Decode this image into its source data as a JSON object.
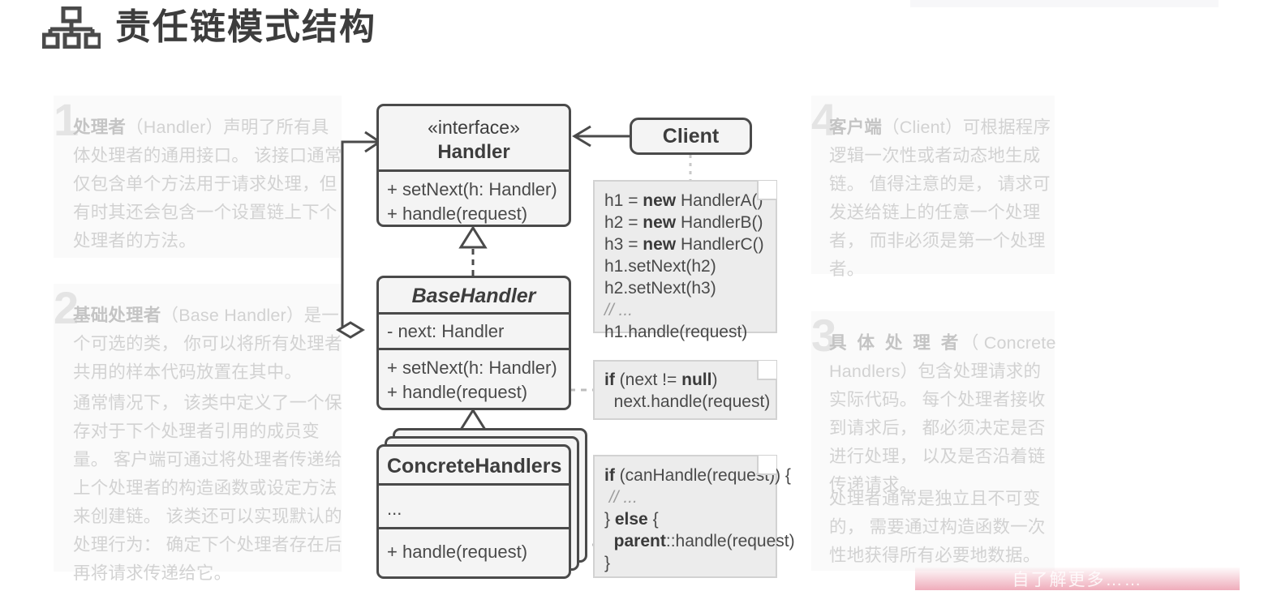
{
  "page": {
    "title": "责任链模式结构",
    "title_icon": "hierarchy-icon",
    "watermark": "自了解更多……"
  },
  "colors": {
    "box_fill": "#f4f4f4",
    "box_stroke": "#4a4a4a",
    "note_fill": "#ececec",
    "note_stroke": "#d2d2d2",
    "panel_fill": "#fafafa",
    "panel_text": "#d2d2d2",
    "title_text": "#3d3d3d",
    "watermark_pink": "#e98ca0"
  },
  "panels": [
    {
      "number": "1",
      "lead": "处理者",
      "paren": "（Handler）",
      "body": "声明了所有具体处理者的通用接口。 该接口通常仅包含单个方法用于请求处理，但有时其还会包含一个设置链上下个处理者的方法。"
    },
    {
      "number": "2",
      "lead": "基础处理者",
      "paren": "（Base Handler）",
      "body": "是一个可选的类， 你可以将所有处理者共用的样本代码放置在其中。",
      "body2": "通常情况下， 该类中定义了一个保存对于下个处理者引用的成员变量。 客户端可通过将处理者传递给上个处理者的构造函数或设定方法来创建链。 该类还可以实现默认的处理行为： 确定下个处理者存在后再将请求传递给它。"
    },
    {
      "number": "3",
      "lead": "具 体 处 理 者",
      "paren": "（ Concrete Handlers）",
      "body": "包含处理请求的实际代码。 每个处理者接收到请求后， 都必须决定是否进行处理， 以及是否沿着链传递请求。",
      "body2": "处理者通常是独立且不可变的， 需要通过构造函数一次性地获得所有必要地数据。"
    },
    {
      "number": "4",
      "lead": "客户端",
      "paren": "（Client）",
      "body": "可根据程序逻辑一次性或者动态地生成链。 值得注意的是， 请求可发送给链上的任意一个处理者， 而非必须是第一个处理者。"
    }
  ],
  "classes": {
    "handler": {
      "stereotype": "«interface»",
      "name": "Handler",
      "methods": [
        "+ setNext(h: Handler)",
        "+ handle(request)"
      ]
    },
    "base_handler": {
      "name": "BaseHandler",
      "attributes": [
        "- next: Handler"
      ],
      "methods": [
        "+ setNext(h: Handler)",
        "+ handle(request)"
      ]
    },
    "concrete_handlers": {
      "name": "ConcreteHandlers",
      "attributes": [
        "..."
      ],
      "methods": [
        "+ handle(request)"
      ]
    },
    "client": {
      "name": "Client"
    }
  },
  "notes": {
    "client_code": [
      {
        "plain": "h1 = ",
        "bold": "new",
        "plain2": " HandlerA()"
      },
      {
        "plain": "h2 = ",
        "bold": "new",
        "plain2": " HandlerB()"
      },
      {
        "plain": "h3 = ",
        "bold": "new",
        "plain2": " HandlerC()"
      },
      {
        "plain": "h1.setNext(h2)",
        "bold": "",
        "plain2": ""
      },
      {
        "plain": "h2.setNext(h3)",
        "bold": "",
        "plain2": ""
      },
      {
        "plain": "",
        "bold": "",
        "plain2": "",
        "comment": "// ..."
      },
      {
        "plain": "h1.handle(request)",
        "bold": "",
        "plain2": ""
      }
    ],
    "base_code": [
      {
        "bold": "if",
        "plain2": " (next != ",
        "bold2": "null",
        "plain3": ")"
      },
      {
        "plain": "  next.handle(request)"
      }
    ],
    "concrete_code": [
      {
        "bold": "if",
        "plain2": " (canHandle(request)) {"
      },
      {
        "comment": " // ..."
      },
      {
        "plain": "} ",
        "bold": "else",
        "plain2": " {"
      },
      {
        "plain": "  ",
        "bold": "parent",
        "plain2": "::handle(request)"
      },
      {
        "plain": "}"
      }
    ]
  }
}
